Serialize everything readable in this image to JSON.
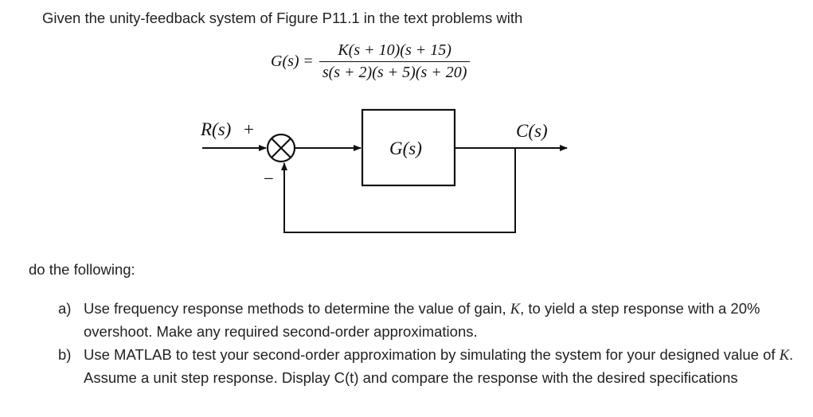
{
  "intro": "Given the unity-feedback system of Figure P11.1 in the text problems with",
  "transfer_function": {
    "lhs": "G(s)",
    "equals": "=",
    "numerator": "K(s + 10)(s + 15)",
    "denominator": "s(s + 2)(s + 5)(s + 20)"
  },
  "diagram": {
    "input_label": "R(s)",
    "plus_sign": "+",
    "minus_sign": "−",
    "block_label": "G(s)",
    "output_label": "C(s)"
  },
  "instruction": "do the following:",
  "items": [
    {
      "marker": "a)",
      "text_1": "Use frequency response methods to determine the value of gain, ",
      "var": "K",
      "text_2": ", to yield a step response with a 20% overshoot. Make any required second-order approximations."
    },
    {
      "marker": "b)",
      "text_1": "Use MATLAB to test your second-order approximation by simulating the system for your designed value of ",
      "var": "K",
      "text_2": ".  Assume a unit step response.  Display C(t) and compare the response with the desired specifications"
    }
  ]
}
